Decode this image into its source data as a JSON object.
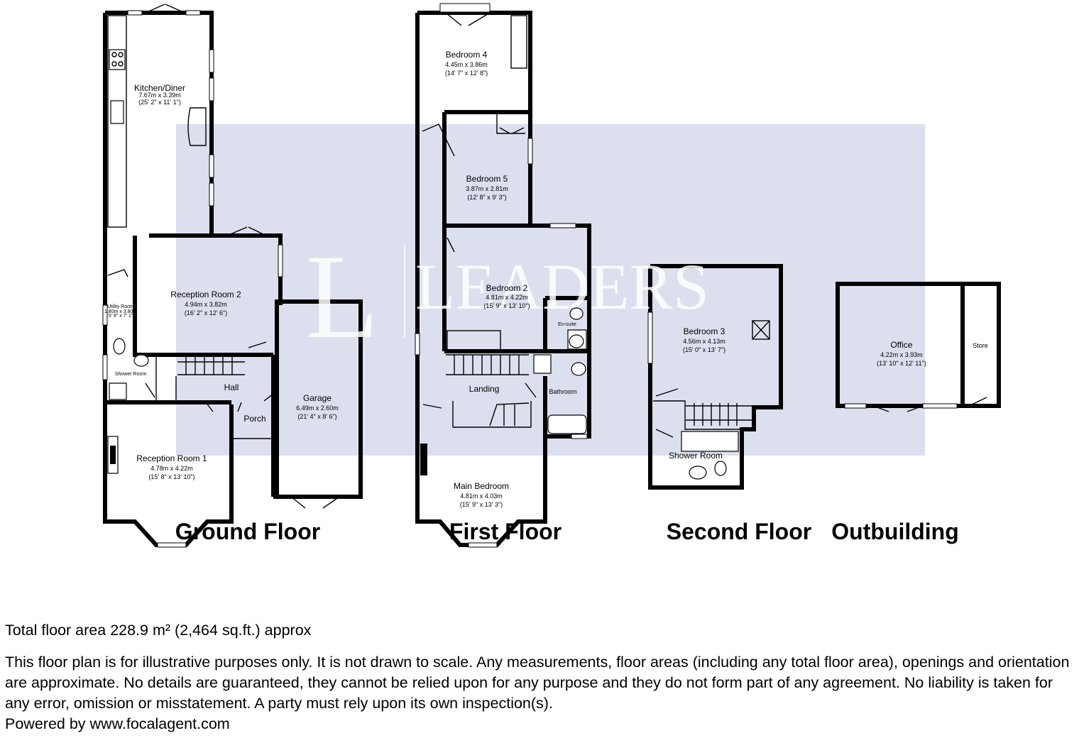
{
  "watermark": {
    "monogram": "L",
    "brand": "LEADERS"
  },
  "floors": [
    {
      "id": "ground",
      "label": "Ground Floor",
      "rooms": [
        {
          "id": "kitchen-diner",
          "name": "Kitchen/Diner",
          "metric": "7.67m x 3.39m",
          "imperial": "(25' 2\" x 11' 1\")"
        },
        {
          "id": "utility-room",
          "name": "Utility Room",
          "metric": "1.80m x 3.80m",
          "imperial": "5' 9\" x 7' 1\""
        },
        {
          "id": "reception-room-2",
          "name": "Reception Room 2",
          "metric": "4.94m x 3.82m",
          "imperial": "(16' 2\" x 12' 6\")"
        },
        {
          "id": "shower-room-ground",
          "name": "Shower Room"
        },
        {
          "id": "hall",
          "name": "Hall"
        },
        {
          "id": "porch",
          "name": "Porch"
        },
        {
          "id": "garage",
          "name": "Garage",
          "metric": "6.49m x 2.60m",
          "imperial": "(21' 4\" x 8' 6\")"
        },
        {
          "id": "reception-room-1",
          "name": "Reception Room 1",
          "metric": "4.78m x 4.22m",
          "imperial": "(15' 8\" x 13' 10\")"
        }
      ]
    },
    {
      "id": "first",
      "label": "First Floor",
      "rooms": [
        {
          "id": "bedroom-4",
          "name": "Bedroom 4",
          "metric": "4.45m x 3.86m",
          "imperial": "(14' 7\" x 12' 8\")"
        },
        {
          "id": "bedroom-5",
          "name": "Bedroom 5",
          "metric": "3.87m x 2.81m",
          "imperial": "(12' 8\" x 9' 3\")"
        },
        {
          "id": "bedroom-2",
          "name": "Bedroom 2",
          "metric": "4.81m x 4.22m",
          "imperial": "(15' 9\" x 13' 10\")"
        },
        {
          "id": "en-suite",
          "name": "En-suite"
        },
        {
          "id": "landing",
          "name": "Landing"
        },
        {
          "id": "bathroom",
          "name": "Bathroom"
        },
        {
          "id": "main-bedroom",
          "name": "Main Bedroom",
          "metric": "4.81m x 4.03m",
          "imperial": "(15' 9\" x 13' 3\")"
        }
      ]
    },
    {
      "id": "second",
      "label": "Second Floor",
      "rooms": [
        {
          "id": "bedroom-3",
          "name": "Bedroom 3",
          "metric": "4.56m x 4.13m",
          "imperial": "(15' 0\" x 13' 7\")"
        },
        {
          "id": "shower-room-second",
          "name": "Shower Room"
        }
      ]
    },
    {
      "id": "outbuilding",
      "label": "Outbuilding",
      "rooms": [
        {
          "id": "office",
          "name": "Office",
          "metric": "4.22m x 3.93m",
          "imperial": "(13' 10\" x 12' 11\")"
        },
        {
          "id": "store",
          "name": "Store"
        }
      ]
    }
  ],
  "footer": {
    "total_area": "Total floor area 228.9 m² (2,464 sq.ft.) approx",
    "disclaimer": "This floor plan is for illustrative purposes only. It is not drawn to scale. Any measurements, floor areas (including any total floor area), openings and orientation are approximate. No details are guaranteed, they cannot be relied upon for any purpose and they do not form part of any agreement. No liability is taken for any error, omission or misstatement. A party must rely upon its own inspection(s).",
    "powered_by": "Powered by www.focalagent.com"
  },
  "colors": {
    "wall": "#000000",
    "watermark_band": "#dcdfee",
    "background": "#ffffff"
  }
}
